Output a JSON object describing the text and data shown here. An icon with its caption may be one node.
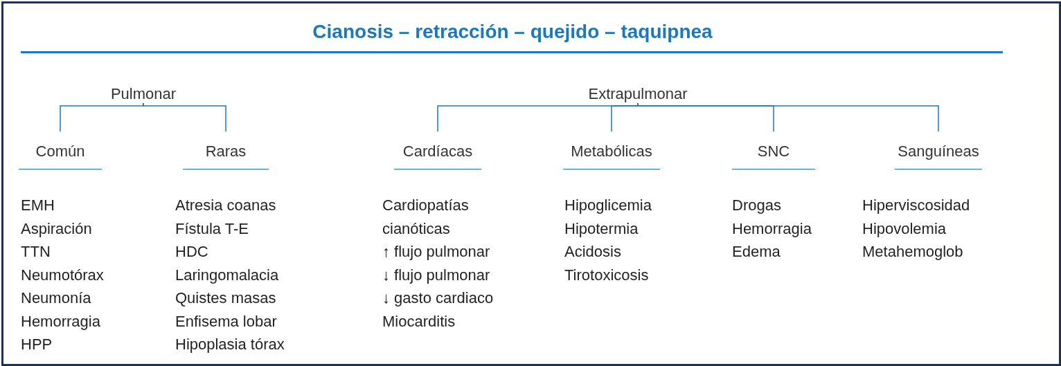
{
  "diagram": {
    "title": "Cianosis – retracción – quejido – taquipnea",
    "nodes": [
      {
        "text": [
          "Pulmonar"
        ]
      },
      {
        "text": [
          "Extrapulmonar"
        ]
      },
      {
        "text": [
          "Común"
        ],
        "beside": [
          "EMH",
          "Aspiración",
          "TTN",
          "Neumotórax",
          "Neumonía",
          "Hemorragia",
          "HPP"
        ]
      },
      {
        "text": [
          "Raras"
        ],
        "beside": [
          "Atresia coanas",
          "Fístula T-E",
          "HDC",
          "Laringomalacia",
          "Quistes masas",
          "Enfisema lobar",
          "Hipoplasia tórax"
        ]
      },
      {
        "text": [
          "Cardíacas"
        ],
        "beside": [
          "Cardiopatías cianóticas",
          "↑ flujo pulmonar",
          "↓ flujo pulmonar",
          "↓ gasto cardiaco",
          "Miocarditis"
        ]
      },
      {
        "text": [
          "Metabólicas"
        ],
        "beside": [
          "Hipoglicemia",
          "Hipotermia",
          "Acidosis",
          "Tirotoxicosis"
        ]
      },
      {
        "text": [
          "SNC"
        ],
        "beside": [
          "Drogas",
          "Hemorragia",
          "Edema"
        ]
      },
      {
        "text": [
          "Sanguíneas"
        ],
        "beside": [
          "Hiperviscosidad",
          "Hipovolemia",
          "Metahemoglob"
        ]
      }
    ],
    "edges": [
      {
        "from": 0,
        "to": 2,
        "arrow": "none"
      },
      {
        "from": 0,
        "to": 3,
        "arrow": "none"
      },
      {
        "from": 1,
        "to": 4,
        "arrow": "none"
      },
      {
        "from": 1,
        "to": 5,
        "arrow": "none"
      },
      {
        "from": 1,
        "to": 6,
        "arrow": "none"
      },
      {
        "from": 1,
        "to": 7,
        "arrow": "none"
      }
    ]
  }
}
